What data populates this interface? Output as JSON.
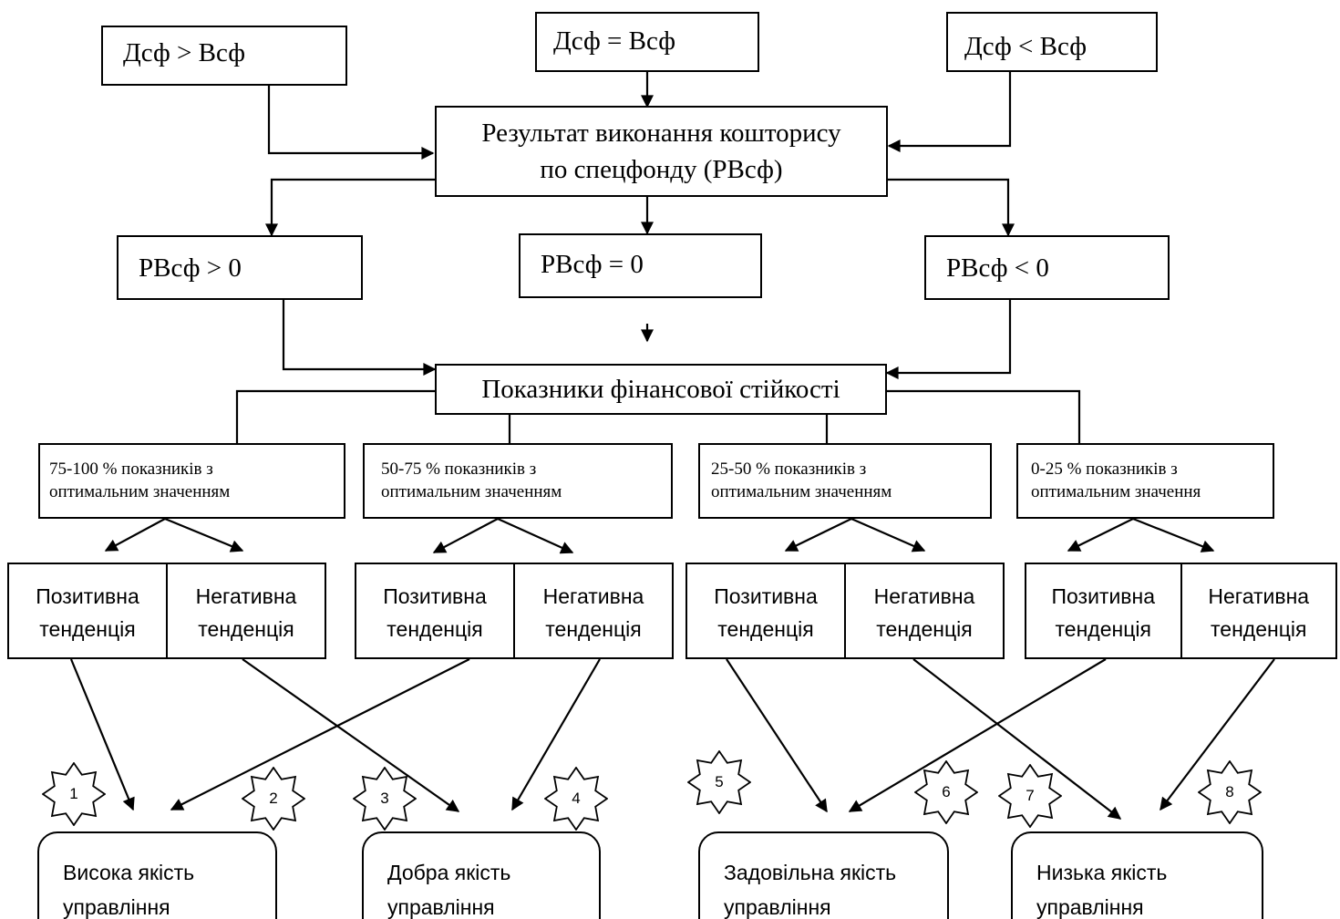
{
  "conditions": [
    {
      "id": "left",
      "label": "Дсф > Всф"
    },
    {
      "id": "mid",
      "label": "Дсф = Всф"
    },
    {
      "id": "right",
      "label": "Дсф <  Всф"
    }
  ],
  "result_box": {
    "line1": "Результат виконання кошторису",
    "line2": "по спецфонду (РВсф)"
  },
  "rv_conditions": [
    {
      "id": "pos",
      "label": "РВсф > 0"
    },
    {
      "id": "zero",
      "label": "РВсф = 0"
    },
    {
      "id": "neg",
      "label": "РВсф <  0"
    }
  ],
  "indicators_box": {
    "label": "Показники фінансової стійкості"
  },
  "ranges": [
    {
      "line1": "75-100 %  показників з",
      "line2": "оптимальним значенням"
    },
    {
      "line1": "50-75 %  показників з",
      "line2": "оптимальним значенням"
    },
    {
      "line1": "25-50 %  показників з",
      "line2": "оптимальним значенням"
    },
    {
      "line1": "0-25 % показників з",
      "line2": "оптимальним значення"
    }
  ],
  "tendencies": {
    "positive": {
      "line1": "Позитивна",
      "line2": "тенденція"
    },
    "negative": {
      "line1": "Негативна",
      "line2": "тенденція"
    }
  },
  "qualities": [
    {
      "line1": "Висока якість",
      "line2": "управління"
    },
    {
      "line1": "Добра якість",
      "line2": "управління"
    },
    {
      "line1": "Задовільна якість",
      "line2": "управління"
    },
    {
      "line1": "Низька якість",
      "line2": "управління"
    }
  ],
  "stars": [
    "1",
    "2",
    "3",
    "4",
    "5",
    "6",
    "7",
    "8"
  ]
}
